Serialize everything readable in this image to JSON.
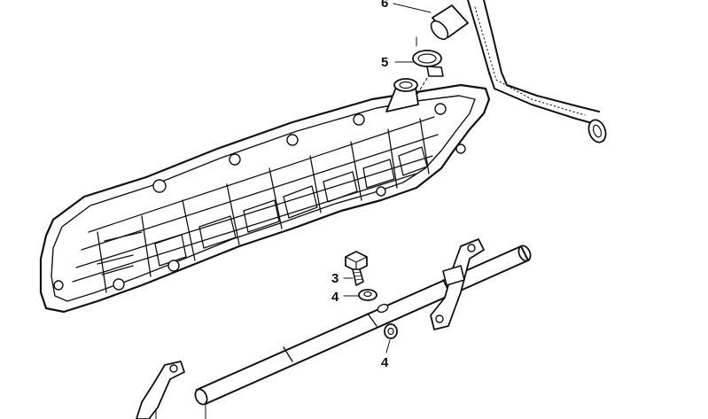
{
  "diagram": {
    "background": "#ffffff",
    "ink_color": "#111111",
    "callouts": [
      {
        "id": "label-6",
        "text": "6"
      },
      {
        "id": "label-5",
        "text": "5"
      },
      {
        "id": "label-3",
        "text": "3"
      },
      {
        "id": "label-4-upper",
        "text": "4"
      },
      {
        "id": "label-4-lower",
        "text": "4"
      }
    ]
  }
}
